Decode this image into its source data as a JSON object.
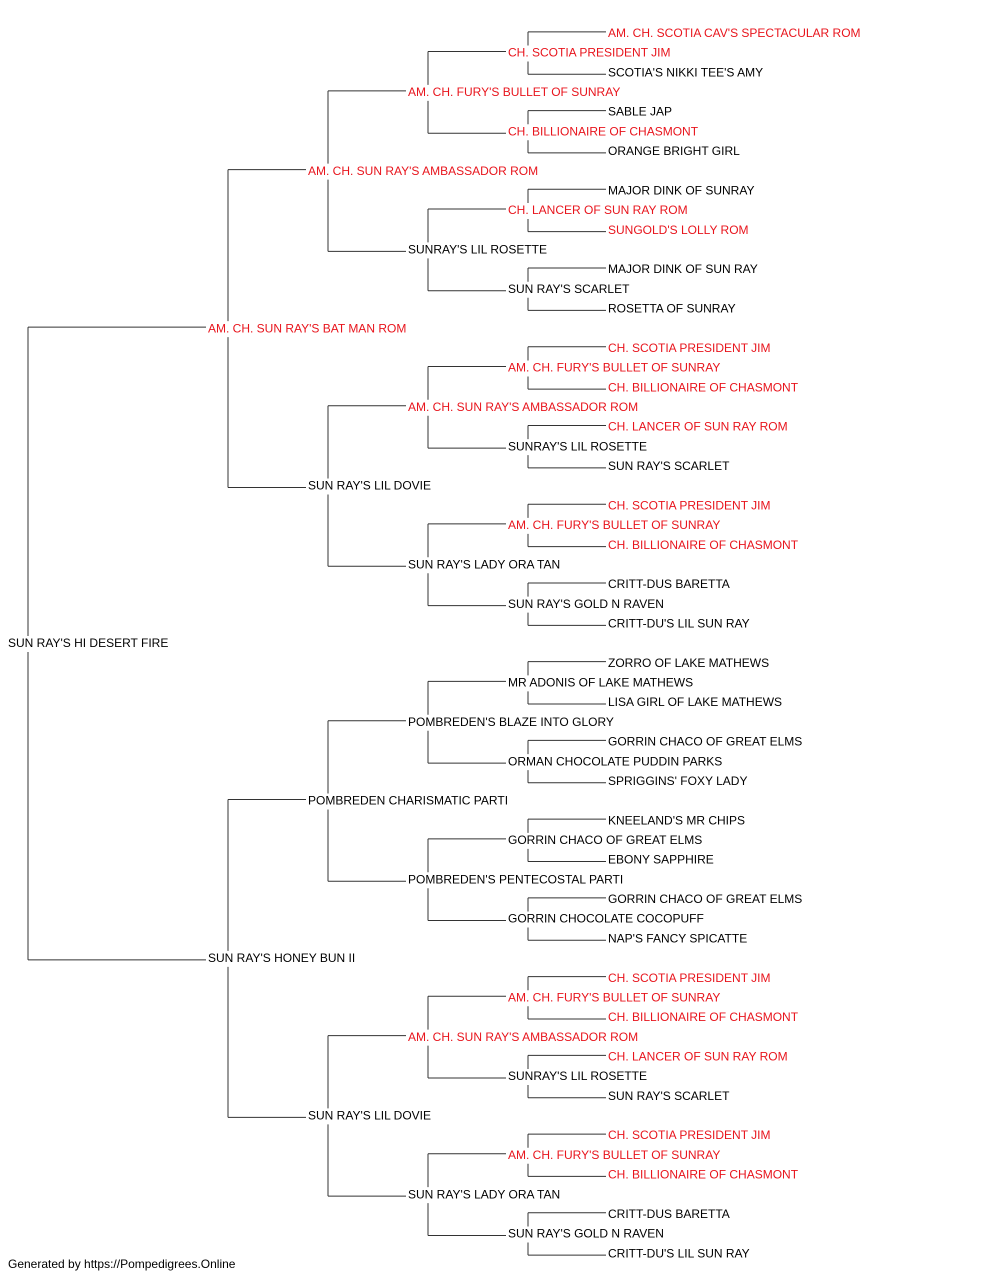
{
  "colors": {
    "champion": "#e8141c",
    "normal": "#000000",
    "line": "#333333"
  },
  "footer": "Generated by https://Pompedigrees.Online",
  "pedigree": {
    "name": "SUN RAY'S HI DESERT FIRE",
    "champion": false,
    "sire": {
      "name": "AM. CH. SUN RAY'S BAT MAN ROM",
      "champion": true,
      "sire": {
        "name": "AM. CH. SUN RAY'S AMBASSADOR ROM",
        "champion": true,
        "sire": {
          "name": "AM. CH. FURY'S BULLET OF SUNRAY",
          "champion": true,
          "sire": {
            "name": "CH. SCOTIA PRESIDENT JIM",
            "champion": true,
            "sire": {
              "name": "AM. CH. SCOTIA CAV'S SPECTACULAR ROM",
              "champion": true
            },
            "dam": {
              "name": "SCOTIA'S NIKKI TEE'S AMY",
              "champion": false
            }
          },
          "dam": {
            "name": "CH. BILLIONAIRE OF CHASMONT",
            "champion": true,
            "sire": {
              "name": "SABLE JAP",
              "champion": false
            },
            "dam": {
              "name": "ORANGE BRIGHT GIRL",
              "champion": false
            }
          }
        },
        "dam": {
          "name": "SUNRAY'S LIL ROSETTE",
          "champion": false,
          "sire": {
            "name": "CH. LANCER OF SUN RAY ROM",
            "champion": true,
            "sire": {
              "name": "MAJOR DINK OF SUNRAY",
              "champion": false
            },
            "dam": {
              "name": "SUNGOLD'S LOLLY ROM",
              "champion": true
            }
          },
          "dam": {
            "name": "SUN RAY'S SCARLET",
            "champion": false,
            "sire": {
              "name": "MAJOR DINK OF SUN RAY",
              "champion": false
            },
            "dam": {
              "name": "ROSETTA OF SUNRAY",
              "champion": false
            }
          }
        }
      },
      "dam": {
        "name": "SUN RAY'S LIL DOVIE",
        "champion": false,
        "sire": {
          "name": "AM. CH. SUN RAY'S AMBASSADOR ROM",
          "champion": true,
          "sire": {
            "name": "AM. CH. FURY'S BULLET OF SUNRAY",
            "champion": true,
            "sire": {
              "name": "CH. SCOTIA PRESIDENT JIM",
              "champion": true
            },
            "dam": {
              "name": "CH. BILLIONAIRE OF CHASMONT",
              "champion": true
            }
          },
          "dam": {
            "name": "SUNRAY'S LIL ROSETTE",
            "champion": false,
            "sire": {
              "name": "CH. LANCER OF SUN RAY ROM",
              "champion": true
            },
            "dam": {
              "name": "SUN RAY'S SCARLET",
              "champion": false
            }
          }
        },
        "dam": {
          "name": "SUN RAY'S LADY ORA TAN",
          "champion": false,
          "sire": {
            "name": "AM. CH. FURY'S BULLET OF SUNRAY",
            "champion": true,
            "sire": {
              "name": "CH. SCOTIA PRESIDENT JIM",
              "champion": true
            },
            "dam": {
              "name": "CH. BILLIONAIRE OF CHASMONT",
              "champion": true
            }
          },
          "dam": {
            "name": "SUN RAY'S GOLD N RAVEN",
            "champion": false,
            "sire": {
              "name": "CRITT-DUS BARETTA",
              "champion": false
            },
            "dam": {
              "name": "CRITT-DU'S LIL SUN RAY",
              "champion": false
            }
          }
        }
      }
    },
    "dam": {
      "name": "SUN RAY'S HONEY BUN II",
      "champion": false,
      "sire": {
        "name": "POMBREDEN CHARISMATIC PARTI",
        "champion": false,
        "sire": {
          "name": "POMBREDEN'S BLAZE INTO GLORY",
          "champion": false,
          "sire": {
            "name": "MR ADONIS OF LAKE MATHEWS",
            "champion": false,
            "sire": {
              "name": "ZORRO OF LAKE MATHEWS",
              "champion": false
            },
            "dam": {
              "name": "LISA GIRL OF LAKE MATHEWS",
              "champion": false
            }
          },
          "dam": {
            "name": "ORMAN CHOCOLATE PUDDIN PARKS",
            "champion": false,
            "sire": {
              "name": "GORRIN CHACO OF GREAT ELMS",
              "champion": false
            },
            "dam": {
              "name": "SPRIGGINS' FOXY LADY",
              "champion": false
            }
          }
        },
        "dam": {
          "name": "POMBREDEN'S PENTECOSTAL PARTI",
          "champion": false,
          "sire": {
            "name": "GORRIN CHACO OF GREAT ELMS",
            "champion": false,
            "sire": {
              "name": "KNEELAND'S MR CHIPS",
              "champion": false
            },
            "dam": {
              "name": "EBONY SAPPHIRE",
              "champion": false
            }
          },
          "dam": {
            "name": "GORRIN CHOCOLATE COCOPUFF",
            "champion": false,
            "sire": {
              "name": "GORRIN CHACO OF GREAT ELMS",
              "champion": false
            },
            "dam": {
              "name": "NAP'S FANCY SPICATTE",
              "champion": false
            }
          }
        }
      },
      "dam": {
        "name": "SUN RAY'S LIL DOVIE",
        "champion": false,
        "sire": {
          "name": "AM. CH. SUN RAY'S AMBASSADOR ROM",
          "champion": true,
          "sire": {
            "name": "AM. CH. FURY'S BULLET OF SUNRAY",
            "champion": true,
            "sire": {
              "name": "CH. SCOTIA PRESIDENT JIM",
              "champion": true
            },
            "dam": {
              "name": "CH. BILLIONAIRE OF CHASMONT",
              "champion": true
            }
          },
          "dam": {
            "name": "SUNRAY'S LIL ROSETTE",
            "champion": false,
            "sire": {
              "name": "CH. LANCER OF SUN RAY ROM",
              "champion": true
            },
            "dam": {
              "name": "SUN RAY'S SCARLET",
              "champion": false
            }
          }
        },
        "dam": {
          "name": "SUN RAY'S LADY ORA TAN",
          "champion": false,
          "sire": {
            "name": "AM. CH. FURY'S BULLET OF SUNRAY",
            "champion": true,
            "sire": {
              "name": "CH. SCOTIA PRESIDENT JIM",
              "champion": true
            },
            "dam": {
              "name": "CH. BILLIONAIRE OF CHASMONT",
              "champion": true
            }
          },
          "dam": {
            "name": "SUN RAY'S GOLD N RAVEN",
            "champion": false,
            "sire": {
              "name": "CRITT-DUS BARETTA",
              "champion": false
            },
            "dam": {
              "name": "CRITT-DU'S LIL SUN RAY",
              "champion": false
            }
          }
        }
      }
    }
  }
}
